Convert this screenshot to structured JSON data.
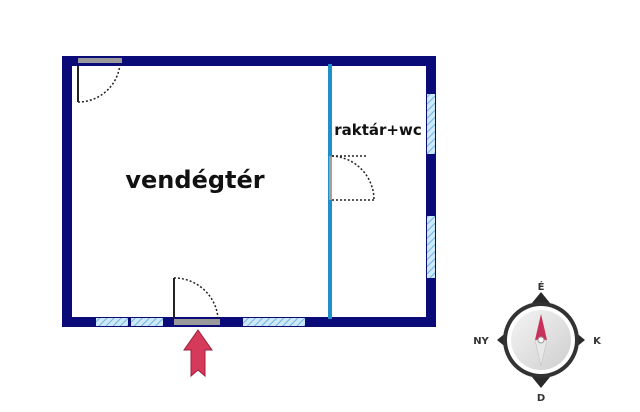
{
  "rooms": {
    "main_label": "vendégtér",
    "side_label": "raktár+wc"
  },
  "compass": {
    "north": "É",
    "south": "D",
    "east": "K",
    "west": "NY"
  },
  "colors": {
    "wall": "#0a0a78",
    "partition": "#1e8fc8",
    "window": "#9fd0ee",
    "door_swing": "#222222",
    "entrance_arrow": "#d63a5a",
    "compass_ring": "#3a3a3a",
    "needle_north": "#c8325a"
  },
  "icons": {
    "entrance": "up-arrow-icon",
    "compass": "compass-rose-icon"
  }
}
